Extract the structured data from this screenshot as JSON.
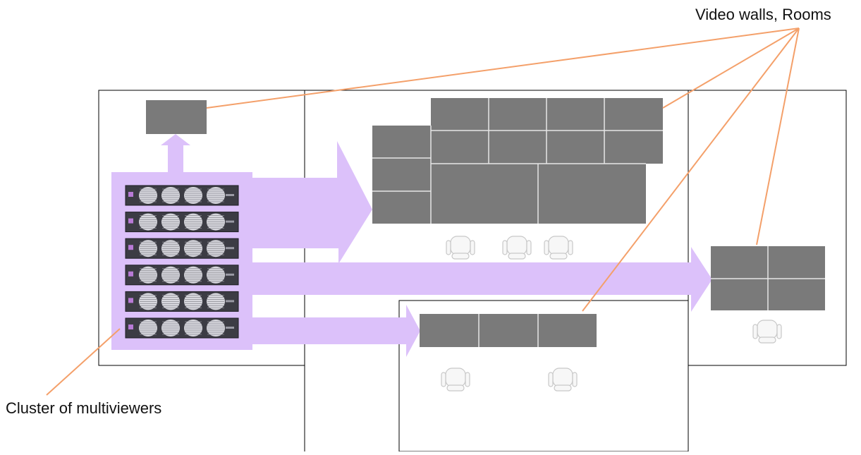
{
  "labels": {
    "video_walls_rooms": "Video walls, Rooms",
    "cluster_of_multiviewers": "Cluster of multiviewers"
  },
  "colors": {
    "room_outline": "#000000",
    "screen": "#7a7a7a",
    "screen_divider": "#e6e6e6",
    "signal_arrow": "#dcc1fa",
    "callout_line": "#f4a06a",
    "multiviewer_body": "#3c3c44",
    "chair": "#f7f7f7",
    "chair_outline": "#c8c8c8"
  },
  "multiviewer_cluster": {
    "unit_count": 6
  }
}
